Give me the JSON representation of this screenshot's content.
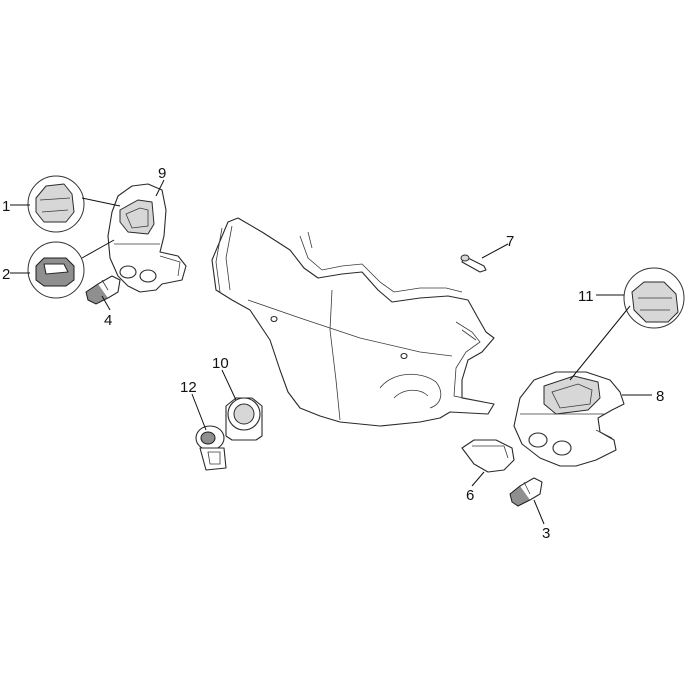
{
  "callouts": [
    {
      "id": "1",
      "label": "1"
    },
    {
      "id": "2",
      "label": "2"
    },
    {
      "id": "3",
      "label": "3"
    },
    {
      "id": "4",
      "label": "4"
    },
    {
      "id": "6",
      "label": "6"
    },
    {
      "id": "7",
      "label": "7"
    },
    {
      "id": "8",
      "label": "8"
    },
    {
      "id": "9",
      "label": "9"
    },
    {
      "id": "10",
      "label": "10"
    },
    {
      "id": "11",
      "label": "11"
    },
    {
      "id": "12",
      "label": "12"
    }
  ]
}
